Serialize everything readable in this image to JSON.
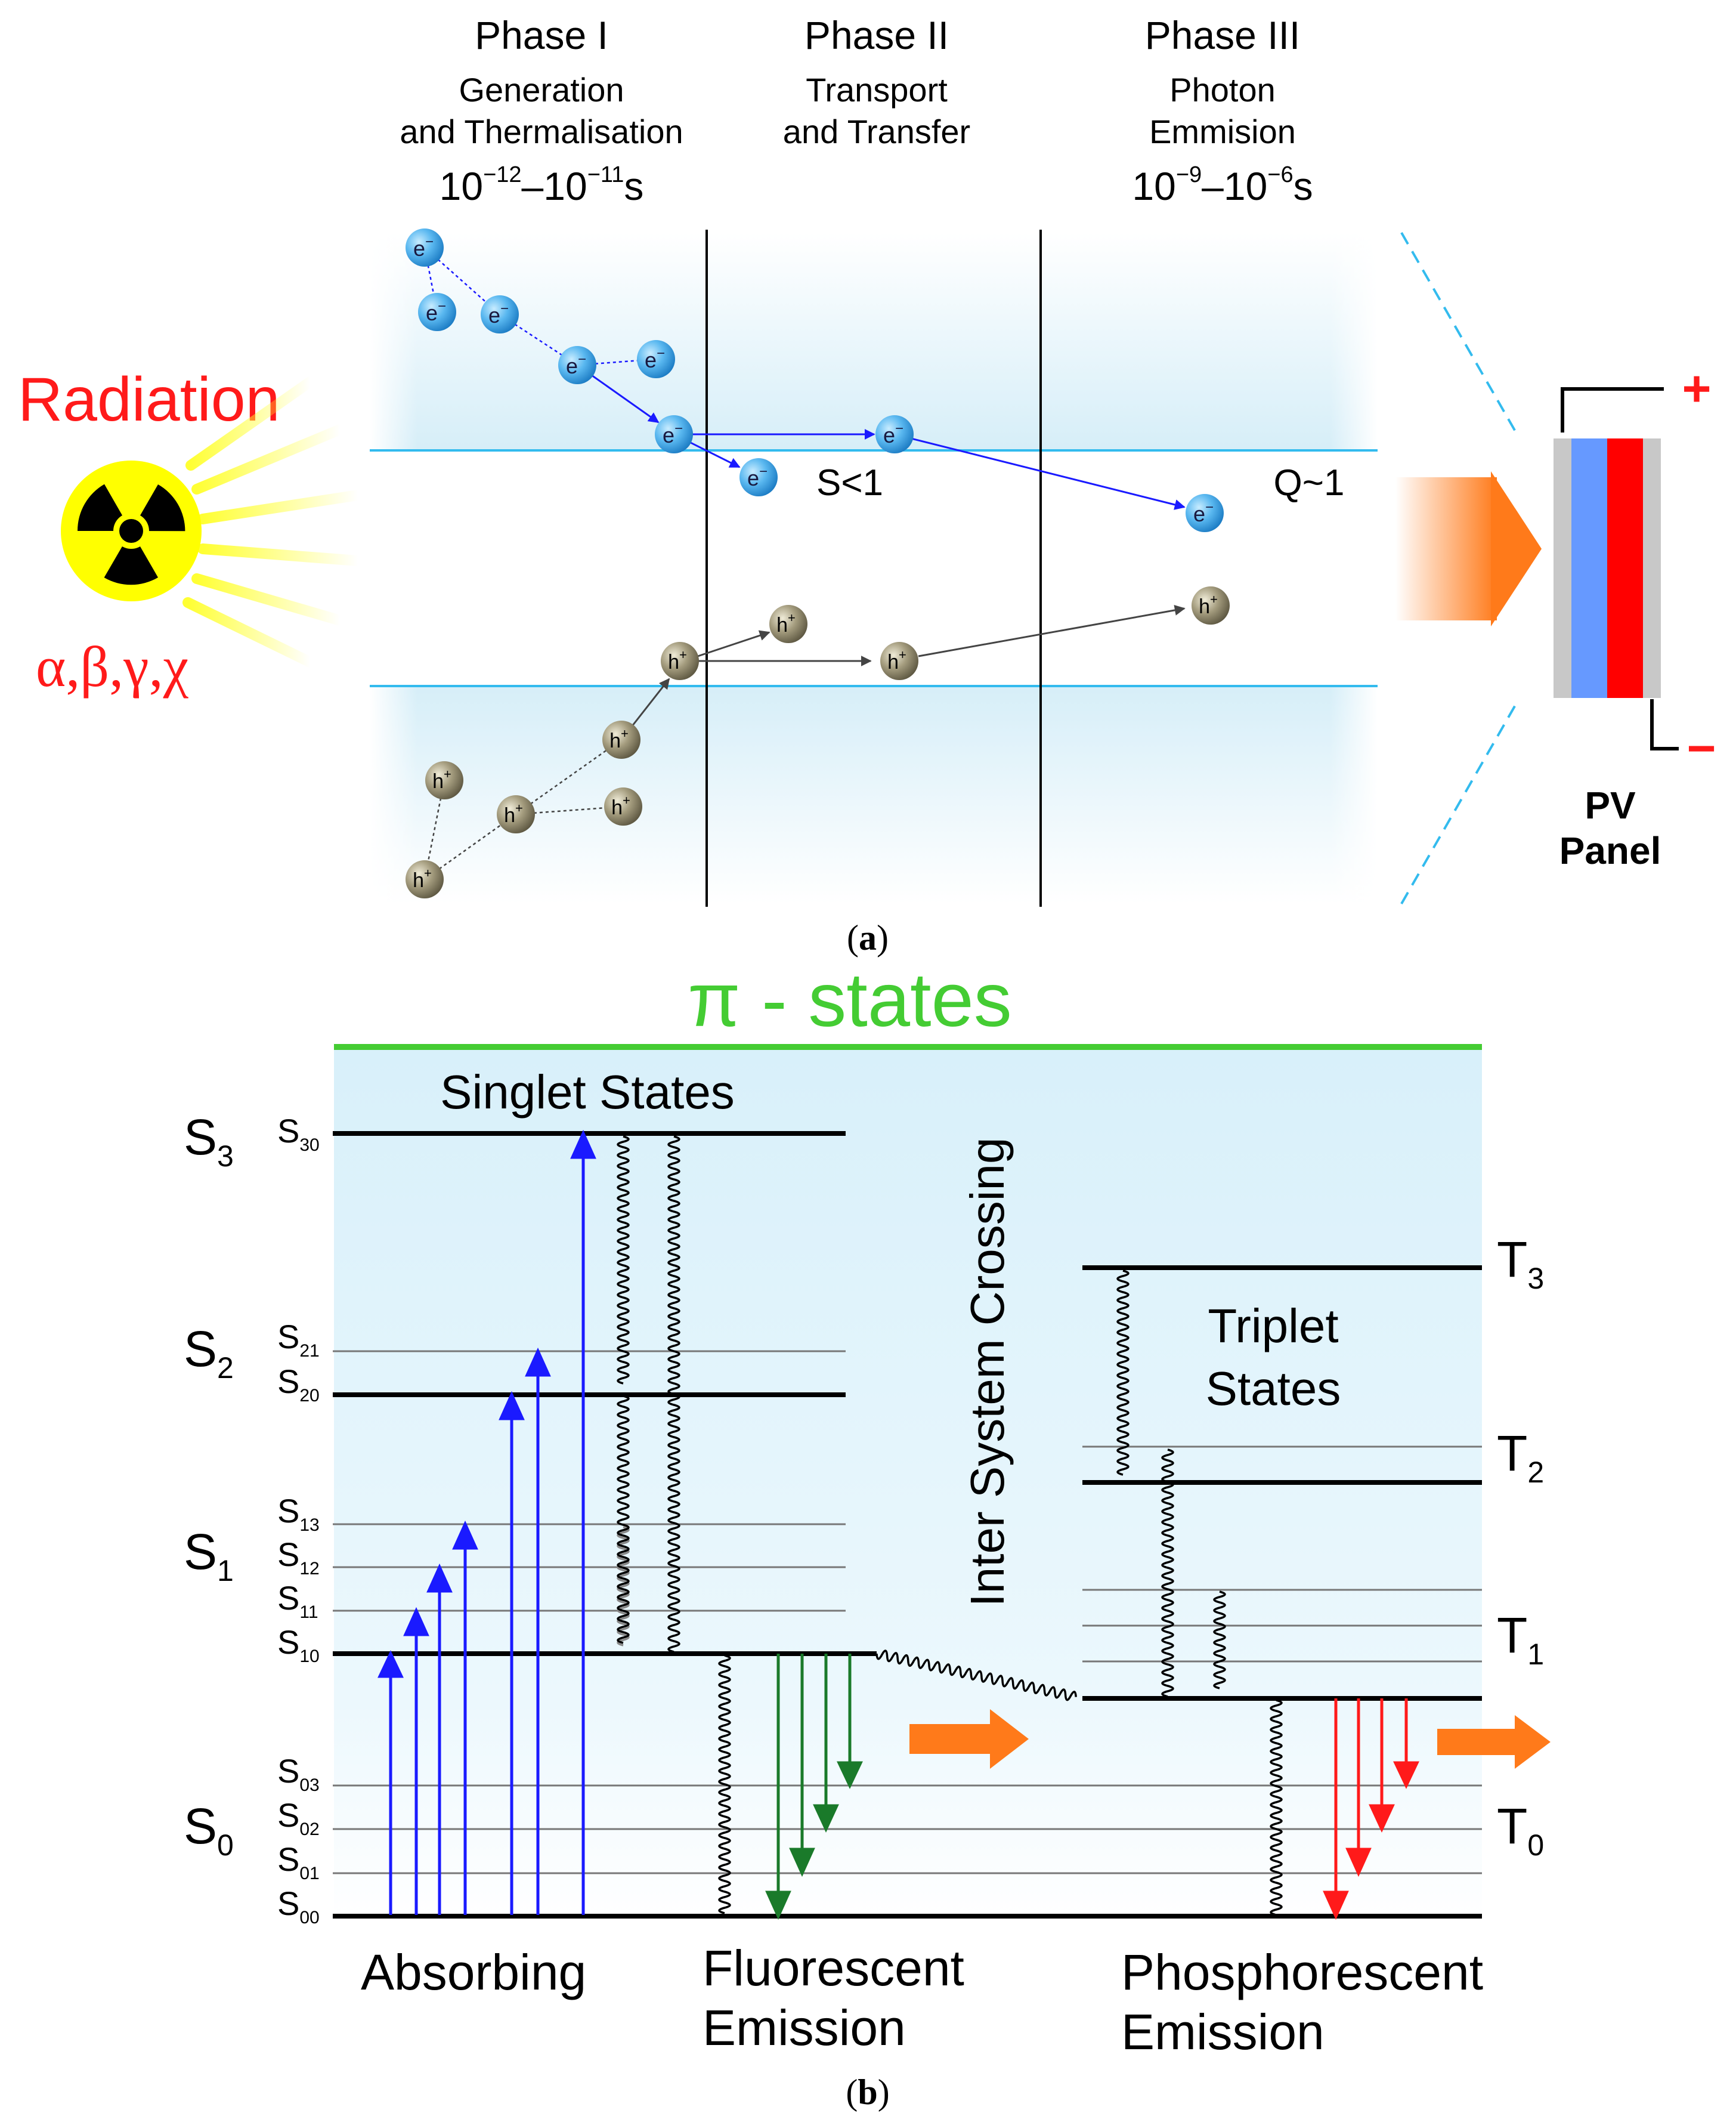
{
  "panel_a": {
    "phases": [
      {
        "title": "Phase I",
        "subtitle_1": "Generation",
        "subtitle_2": "and Thermalisation",
        "time_base_1": "10",
        "time_exp_1": "−12",
        "time_dash": "–",
        "time_base_2": "10",
        "time_exp_2": "−11",
        "time_unit": "s"
      },
      {
        "title": "Phase II",
        "subtitle_1": "Transport",
        "subtitle_2": "and Transfer"
      },
      {
        "title": "Phase III",
        "subtitle_1": "Photon",
        "subtitle_2": "Emmision",
        "time_base_1": "10",
        "time_exp_1": "−9",
        "time_dash": "–",
        "time_base_2": "10",
        "time_exp_2": "−6",
        "time_unit": "s"
      }
    ],
    "radiation_label": "Radiation",
    "radiation_types": "α,β,γ,χ",
    "electron_symbol": "e",
    "electron_charge": "−",
    "hole_symbol": "h",
    "hole_charge": "+",
    "s_label": "S<1",
    "q_label": "Q~1",
    "pv_label_1": "PV",
    "pv_label_2": "Panel",
    "plus_sign": "+",
    "minus_sign": "−",
    "caption": "(a)",
    "colors": {
      "radiation": "#ff1a1a",
      "electron": "#3aa0e6",
      "hole": "#8c8468",
      "arrow_orange": "#ff7a1a",
      "pv_blue": "#6699ff",
      "pv_red": "#ff0000",
      "pv_grey": "#c8c8c8"
    }
  },
  "panel_b": {
    "title": "π - states",
    "singlet_label": "Singlet States",
    "isc_label": "Inter System Crossing",
    "triplet_label_1": "Triplet",
    "triplet_label_2": "States",
    "singlet_major": [
      {
        "base": "S",
        "sub": "3"
      },
      {
        "base": "S",
        "sub": "2"
      },
      {
        "base": "S",
        "sub": "1"
      },
      {
        "base": "S",
        "sub": "0"
      }
    ],
    "singlet_levels": [
      {
        "base": "S",
        "sub": "30"
      },
      {
        "base": "S",
        "sub": "21"
      },
      {
        "base": "S",
        "sub": "20"
      },
      {
        "base": "S",
        "sub": "13"
      },
      {
        "base": "S",
        "sub": "12"
      },
      {
        "base": "S",
        "sub": "11"
      },
      {
        "base": "S",
        "sub": "10"
      },
      {
        "base": "S",
        "sub": "03"
      },
      {
        "base": "S",
        "sub": "02"
      },
      {
        "base": "S",
        "sub": "01"
      },
      {
        "base": "S",
        "sub": "00"
      }
    ],
    "triplet_major": [
      {
        "base": "T",
        "sub": "3"
      },
      {
        "base": "T",
        "sub": "2"
      },
      {
        "base": "T",
        "sub": "1"
      },
      {
        "base": "T",
        "sub": "0"
      }
    ],
    "absorbing_label": "Absorbing",
    "fluorescent_label_1": "Fluorescent",
    "fluorescent_label_2": "Emission",
    "phosphorescent_label_1": "Phosphorescent",
    "phosphorescent_label_2": "Emission",
    "caption": "(b)",
    "colors": {
      "title_green": "#44cc33",
      "absorb_blue": "#1a1aff",
      "fluor_green": "#1a7a2a",
      "phos_red": "#ff1a1a",
      "arrow_orange": "#ff7a1a"
    }
  }
}
